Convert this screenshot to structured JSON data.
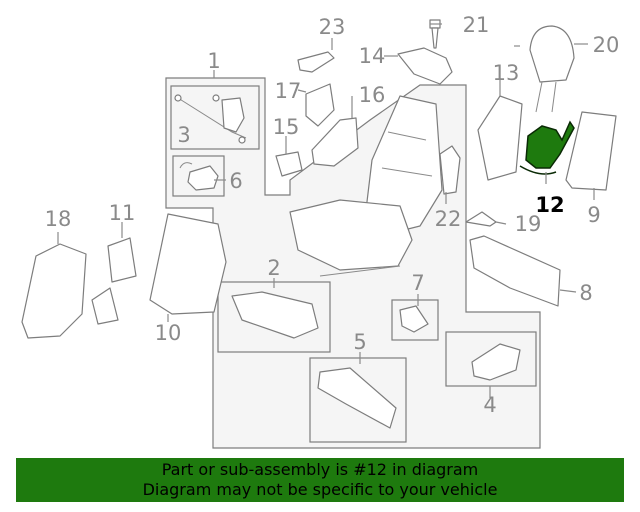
{
  "callouts": {
    "c1": "1",
    "c2": "2",
    "c3": "3",
    "c4": "4",
    "c5": "5",
    "c6": "6",
    "c7": "7",
    "c8": "8",
    "c9": "9",
    "c10": "10",
    "c11": "11",
    "c12": "12",
    "c13": "13",
    "c14": "14",
    "c15": "15",
    "c16": "16",
    "c17": "17",
    "c18": "18",
    "c19": "19",
    "c20": "20",
    "c21": "21",
    "c22": "22",
    "c23": "23"
  },
  "highlight": {
    "part_number": "12",
    "color": "#1e7a0e"
  },
  "banner": {
    "line1": "Part or sub-assembly is #12 in diagram",
    "line2": "Diagram may not be specific to your vehicle",
    "background": "#1e7a0e"
  }
}
